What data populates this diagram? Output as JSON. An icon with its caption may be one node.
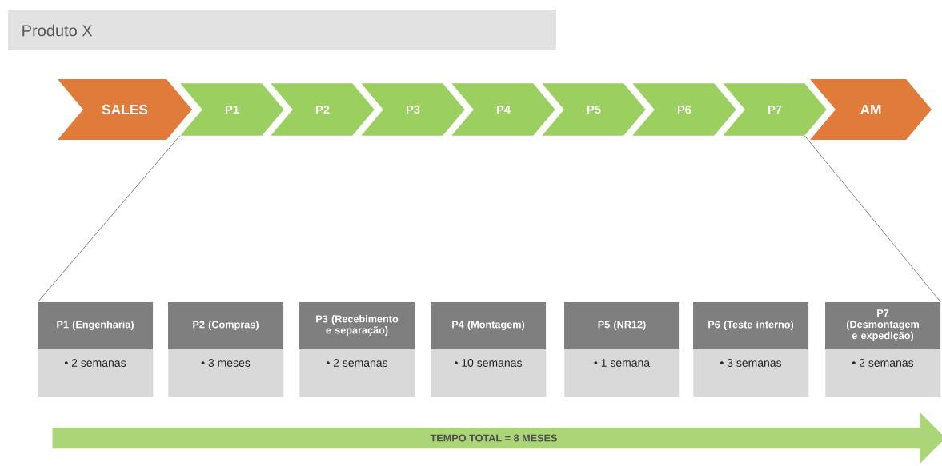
{
  "diagram": {
    "title": "Produto X",
    "nodes": [
      {
        "text": [
          "SALES"
        ]
      },
      {
        "text": [
          "P1"
        ]
      },
      {
        "text": [
          "P2"
        ]
      },
      {
        "text": [
          "P3"
        ]
      },
      {
        "text": [
          "P4"
        ]
      },
      {
        "text": [
          "P5"
        ]
      },
      {
        "text": [
          "P6"
        ]
      },
      {
        "text": [
          "P7"
        ]
      },
      {
        "text": [
          "AM"
        ]
      },
      {
        "text": [
          "P1 (Engenharia)",
          "• 2 semanas"
        ]
      },
      {
        "text": [
          "P2 (Compras)",
          "• 3 meses"
        ]
      },
      {
        "text": [
          "P3 (Recebimento e separação)",
          "• 2 semanas"
        ]
      },
      {
        "text": [
          "P4 (Montagem)",
          "• 10 semanas"
        ]
      },
      {
        "text": [
          "P5 (NR12)",
          "• 1 semana"
        ]
      },
      {
        "text": [
          "P6 (Teste interno)",
          "• 3 semanas"
        ]
      },
      {
        "text": [
          "P7 (Desmontagem e expedição)",
          "• 2 semanas"
        ]
      },
      {
        "text": [
          "TEMPO TOTAL = 8 MESES"
        ]
      }
    ],
    "edges": [
      {
        "from": 1,
        "to": 9,
        "arrow": "none"
      },
      {
        "from": 7,
        "to": 15,
        "arrow": "none"
      }
    ]
  }
}
